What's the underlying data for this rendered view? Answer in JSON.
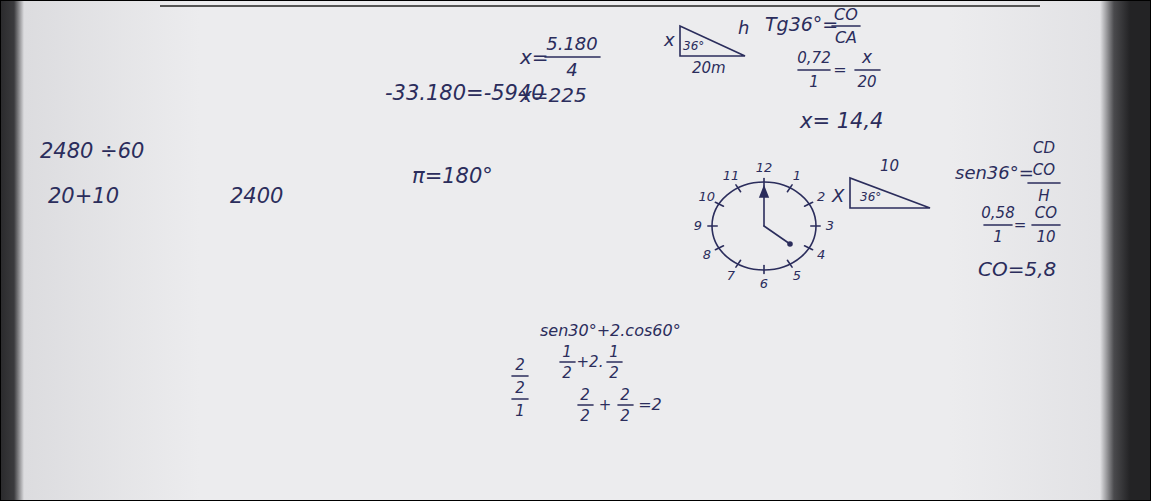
{
  "diagram": {
    "labels": [
      "2480 ÷60",
      "20+10",
      "2400",
      "-33.180=-5940",
      "π=180°",
      "x=",
      "5.180",
      "4",
      "x=225",
      "x",
      "h",
      "36°",
      "20m",
      "Tg36°=",
      "CO",
      "CA",
      "0,72",
      "1",
      "=",
      "x",
      "20",
      "x= 14,4",
      "12",
      "1",
      "2",
      "3",
      "4",
      "5",
      "6",
      "7",
      "8",
      "9",
      "10",
      "11",
      "X",
      "10",
      "36°",
      "sen36°=",
      "CD",
      "CO",
      "H",
      "0,58",
      "1",
      "=",
      "CO",
      "10",
      "CO=5,8",
      "sen30°+2.cos60°",
      "1",
      "2",
      "+2.",
      "1",
      "2",
      "2",
      "2",
      "+",
      "2",
      "2",
      "=2",
      "2",
      "2",
      "1"
    ]
  }
}
